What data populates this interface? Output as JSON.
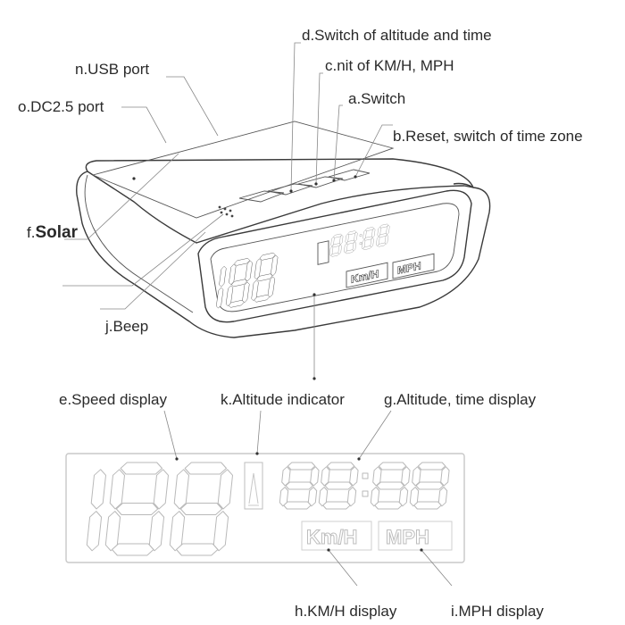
{
  "labels": {
    "d": "d.Switch of altitude and time",
    "n": "n.USB port",
    "c": "c.nit of KM/H, MPH",
    "o": "o.DC2.5 port",
    "a": "a.Switch",
    "b": "b.Reset, switch of time zone",
    "f_prefix": "f.",
    "f_word": "Solar",
    "j": "j.Beep",
    "e": "e.Speed display",
    "k": "k.Altitude indicator",
    "g": "g.Altitude, time display",
    "h": "h.KM/H display",
    "i": "i.MPH display"
  },
  "display": {
    "kmh": "Km/H",
    "mph": "MPH"
  }
}
